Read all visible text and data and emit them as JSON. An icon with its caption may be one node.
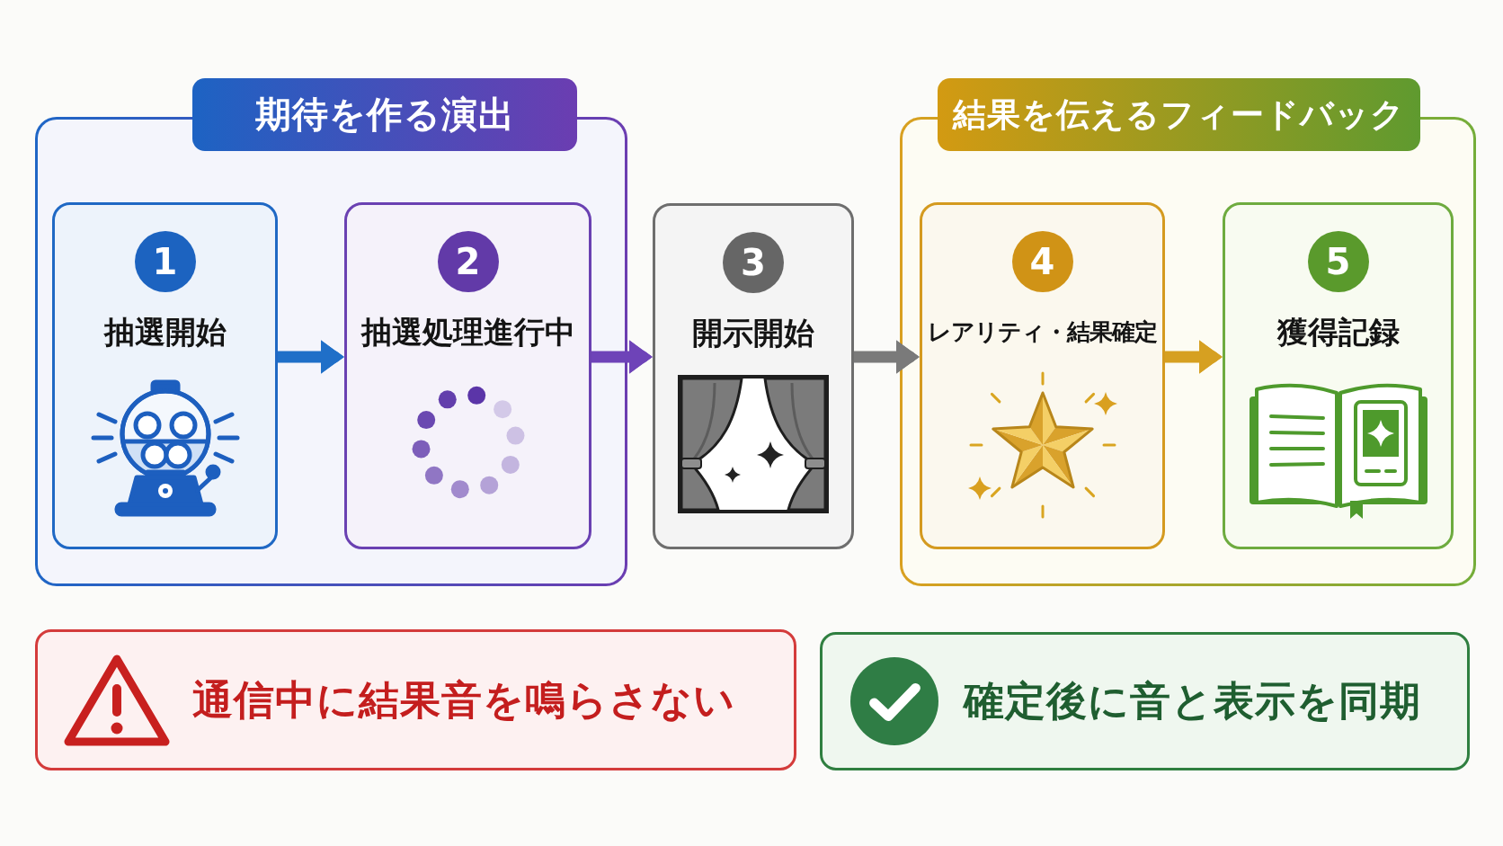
{
  "diagram": {
    "nodes": [
      {
        "text": [
          "期待を作る演出"
        ]
      },
      {
        "text": [
          "1",
          "抽選開始"
        ],
        "in": 0
      },
      {
        "text": [
          "2",
          "抽選処理進行中"
        ],
        "in": 0
      },
      {
        "text": [
          "3",
          "開示開始"
        ]
      },
      {
        "text": [
          "結果を伝えるフィードバック"
        ]
      },
      {
        "text": [
          "4",
          "レアリティ・結果確定"
        ],
        "in": 4
      },
      {
        "text": [
          "5",
          "獲得記録"
        ],
        "in": 4
      },
      {
        "text": [
          "通信中に結果音を鳴らさない"
        ]
      },
      {
        "text": [
          "確定後に音と表示を同期"
        ]
      }
    ],
    "edges": [
      {
        "from": 1,
        "to": 2,
        "arrow": "to",
        "color": "#1f6fc8"
      },
      {
        "from": 2,
        "to": 3,
        "arrow": "to",
        "color": "#6e43b8"
      },
      {
        "from": 3,
        "to": 5,
        "arrow": "to",
        "color": "#7a7a7a"
      },
      {
        "from": 5,
        "to": 6,
        "arrow": "to",
        "color": "#d6a021"
      }
    ]
  }
}
